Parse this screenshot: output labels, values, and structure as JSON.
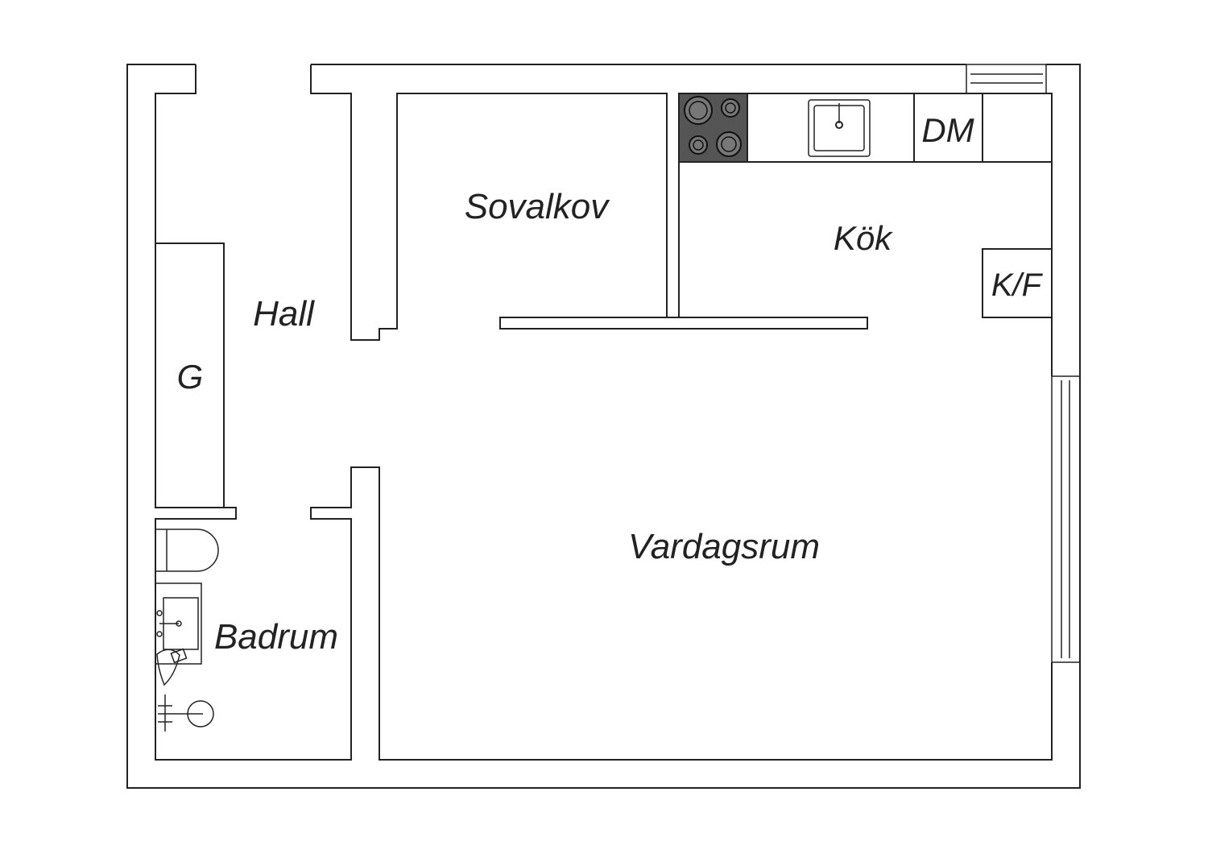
{
  "floor_plan": {
    "rooms": {
      "sovalkov": "Sovalkov",
      "kok": "Kök",
      "hall": "Hall",
      "vardagsrum": "Vardagsrum",
      "badrum": "Badrum"
    },
    "fixtures": {
      "wardrobe": "G",
      "dishwasher": "DM",
      "fridge_freezer": "K/F"
    }
  },
  "colors": {
    "line": "#222222",
    "background": "#ffffff",
    "stove": "#555555"
  }
}
